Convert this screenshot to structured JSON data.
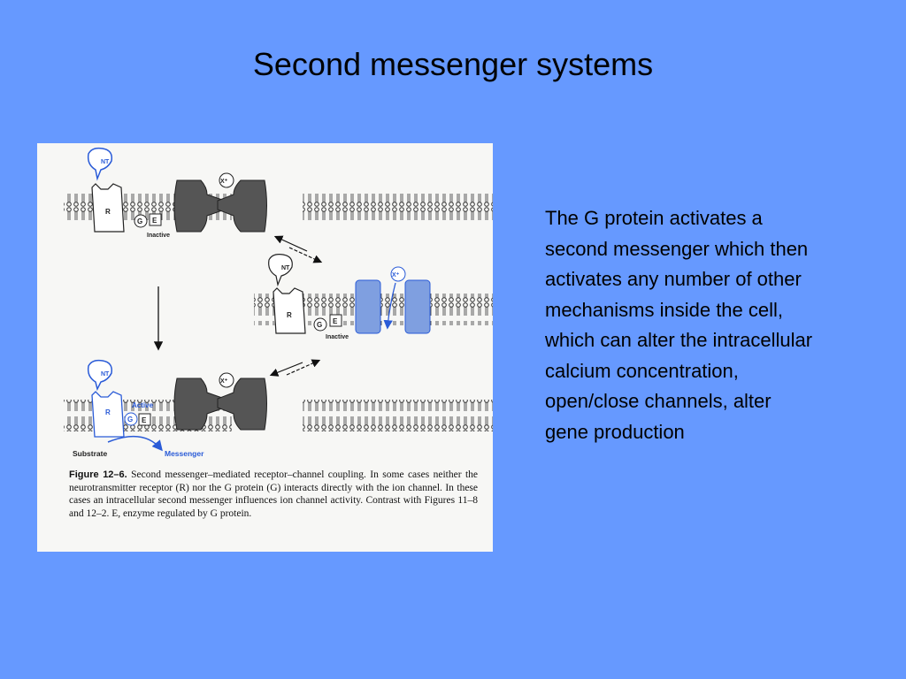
{
  "slide": {
    "title": "Second messenger systems",
    "body_text": "The G protein activates a second messenger which then activates any number of other mechanisms inside the cell, which can alter the intracellular calcium concentration, open/close channels, alter gene production"
  },
  "figure": {
    "labels": {
      "nt": "NT",
      "receptor": "R",
      "g_protein": "G",
      "enzyme": "E",
      "ion": "X⁺",
      "inactive": "Inactive",
      "active": "Active",
      "substrate": "Substrate",
      "messenger": "Messenger"
    },
    "caption_label": "Figure 12–6.",
    "caption_text": "Second messenger–mediated receptor–channel coupling. In some cases neither the neurotransmitter receptor (R) nor the G protein (G) interacts directly with the ion channel. In these cases an intracellular second messenger influences ion channel activity. Contrast with Figures 11–8 and 12–2. E, enzyme regulated by G protein."
  },
  "colors": {
    "background": "#6699ff",
    "figure_bg": "#f7f7f5",
    "channel_gray": "#555555",
    "channel_blue": "#7f9fe0",
    "label_blue": "#2a5bd7"
  }
}
